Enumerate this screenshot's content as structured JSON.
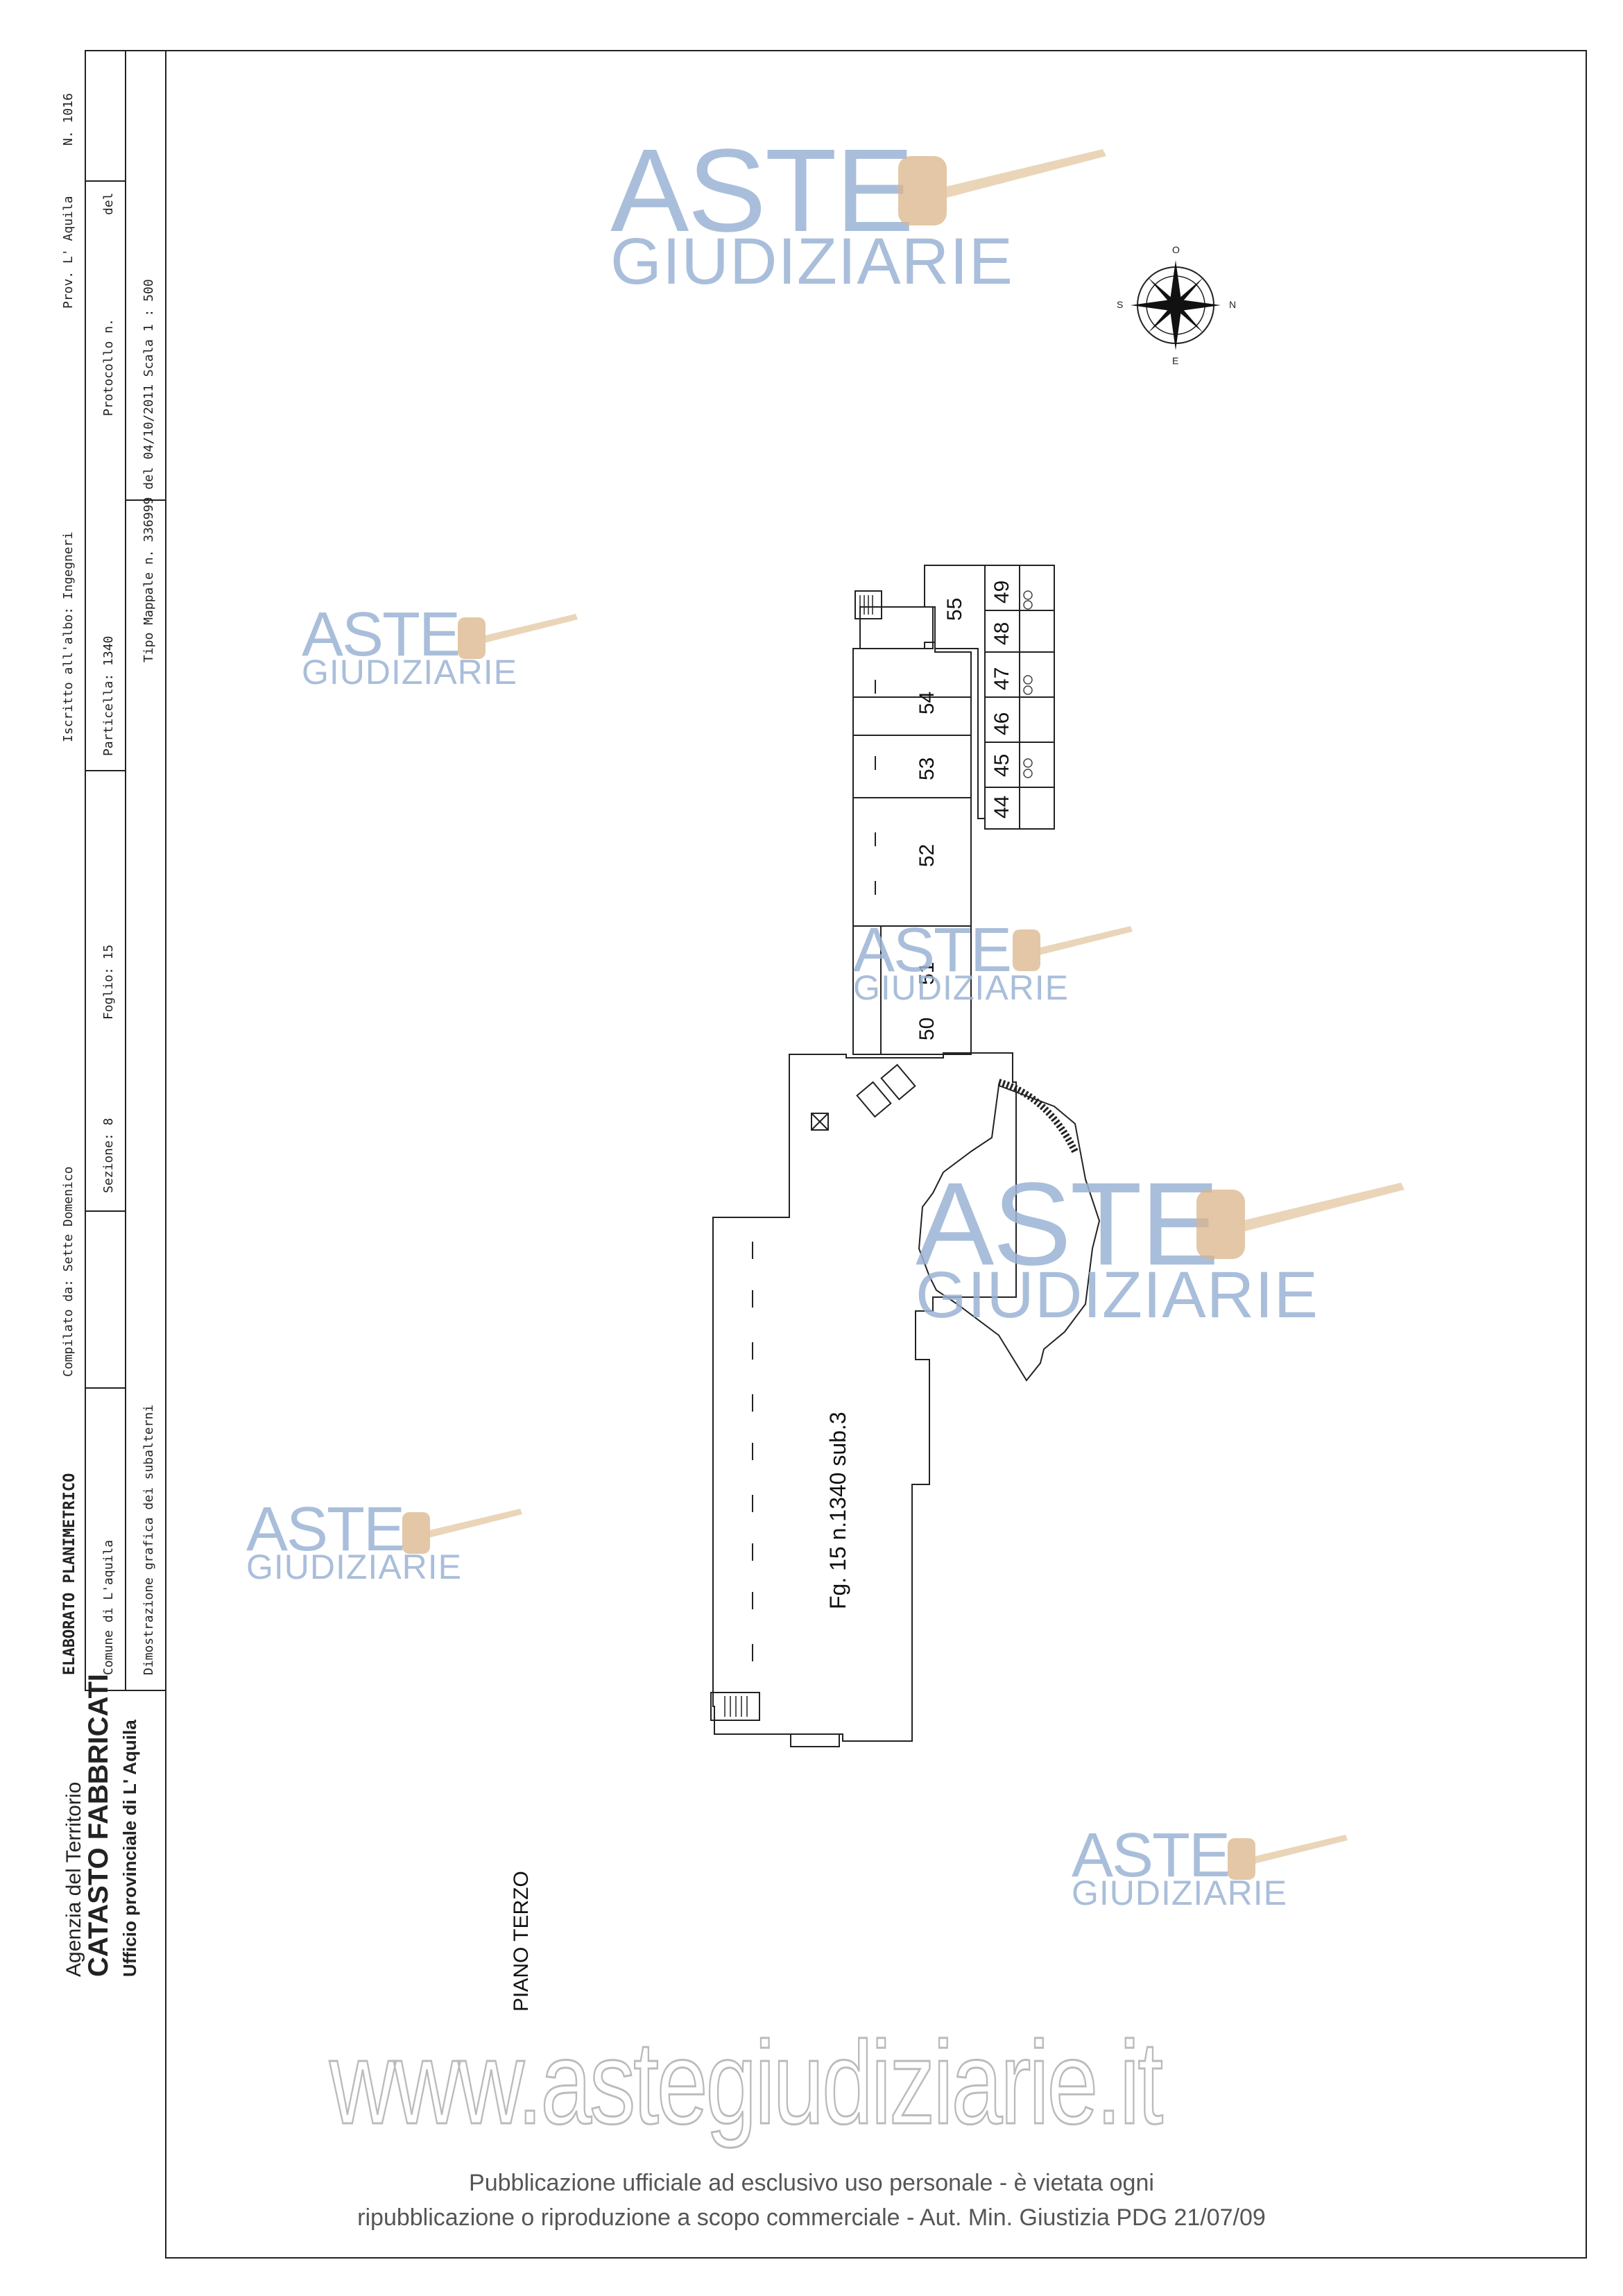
{
  "agency": {
    "line1": "Agenzia del Territorio",
    "line2": "CATASTO FABBRICATI",
    "line3": "Ufficio provinciale di  L' Aquila"
  },
  "header": {
    "doc_title": "ELABORATO PLANIMETRICO",
    "compiled_by": "Compilato da: Sette Domenico",
    "registered": "Iscritto all'albo: Ingegneri",
    "province": "Prov. L' Aquila",
    "number": "N.  1016",
    "comune": "Comune di L'aquila",
    "sezione": "Sezione: 8",
    "foglio": "Foglio: 15",
    "particella": "Particella: 1340",
    "protocollo": "Protocollo n.",
    "del": "del",
    "dimostrazione": "Dimostrazione grafica dei subalterni",
    "tipo_mappale": "Tipo Mappale n. 336999   del 04/10/2011  Scala 1 : 500"
  },
  "compass": {
    "n": "N",
    "s": "S",
    "e": "E",
    "o": "O"
  },
  "plan": {
    "floor_label": "PIANO TERZO",
    "main_unit_label": "Fg. 15 n.1340 sub.3",
    "units": [
      "44",
      "45",
      "46",
      "47",
      "48",
      "49",
      "50",
      "51",
      "52",
      "53",
      "54",
      "55"
    ]
  },
  "watermark": {
    "brand_big": "ASTE",
    "brand_small": "GIUDIZIARIE",
    "site": "www.astegiudiziarie.it",
    "footer_line1": "Pubblicazione ufficiale ad esclusivo uso personale - è vietata ogni",
    "footer_line2": "ripubblicazione o riproduzione a scopo commerciale - Aut. Min. Giustizia PDG 21/07/09"
  },
  "colors": {
    "watermark_blue": "#9bb3d4",
    "gavel": "#d9b48a",
    "line": "#222222"
  }
}
